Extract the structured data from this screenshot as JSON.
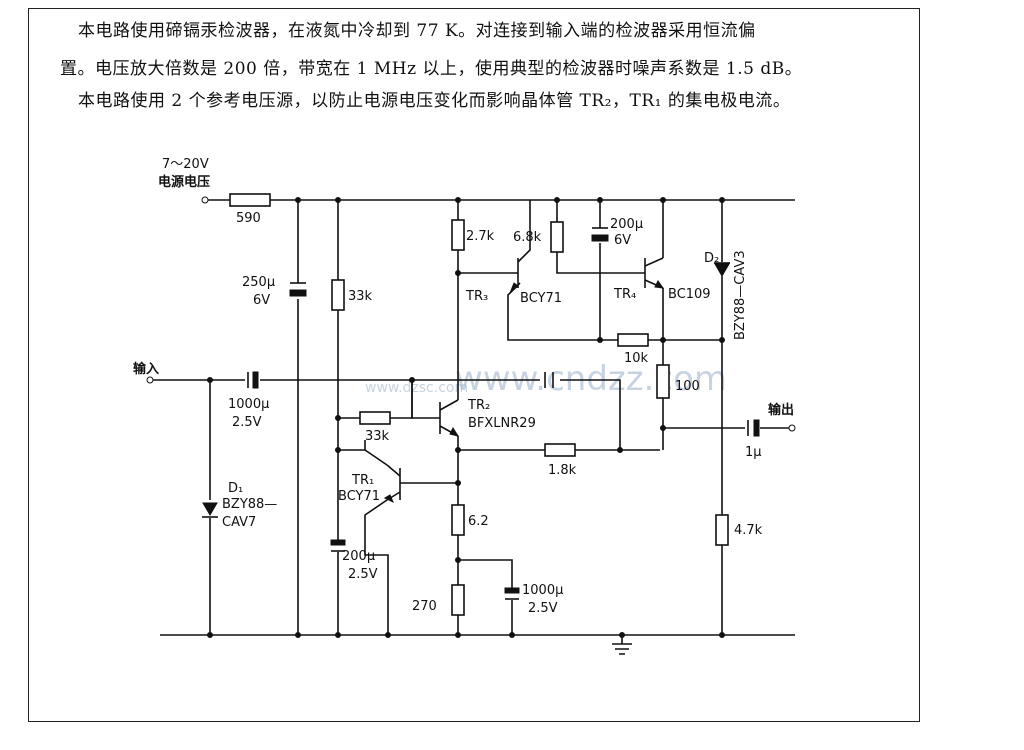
{
  "description": {
    "line1": "本电路使用碲镉汞检波器，在液氮中冷却到 77 K。对连接到输入端的检波器采用恒流偏",
    "line2": "置。电压放大倍数是 200 倍，带宽在 1 MHz 以上，使用典型的检波器时噪声系数是 1.5 dB。",
    "line3": "本电路使用 2 个参考电压源，以防止电源电压变化而影响晶体管 TR₂，TR₁ 的集电极电流。"
  },
  "labels": {
    "supply_voltage": "7～20V",
    "supply_name": "电源电压",
    "input": "输入",
    "output": "输出",
    "r_590": "590",
    "c_250u": "250μ",
    "c_250u_v": "6V",
    "r_33k_top": "33k",
    "c_1000u_in": "1000μ",
    "c_1000u_in_v": "2.5V",
    "d1": "D₁",
    "d1_part1": "BZY88—",
    "d1_part2": "CAV7",
    "r_33k_bias": "33k",
    "c_200u_low": "200μ",
    "c_200u_low_v": "2.5V",
    "tr1": "TR₁",
    "tr1_part": "BCY71",
    "tr2": "TR₂",
    "tr2_part": "BFXLNR29",
    "r_2_7k": "2.7k",
    "r_6_8k": "6.8k",
    "c_200u_top": "200μ",
    "c_200u_top_v": "6V",
    "tr3": "TR₃",
    "tr3_part": "BCY71",
    "tr4": "TR₄",
    "tr4_part": "BC109",
    "d2": "D₂",
    "d2_part": "BZY88—CAV3",
    "r_10k": "10k",
    "r_100": "100",
    "r_1_8k": "1.8k",
    "c_1u": "1μ",
    "r_6_2": "6.2",
    "r_270": "270",
    "c_1000u_e": "1000μ",
    "c_1000u_e_v": "2.5V",
    "r_4_7k": "4.7k",
    "watermark_small": "www.dzsc.com",
    "watermark_big": "www.cndzz.com"
  }
}
